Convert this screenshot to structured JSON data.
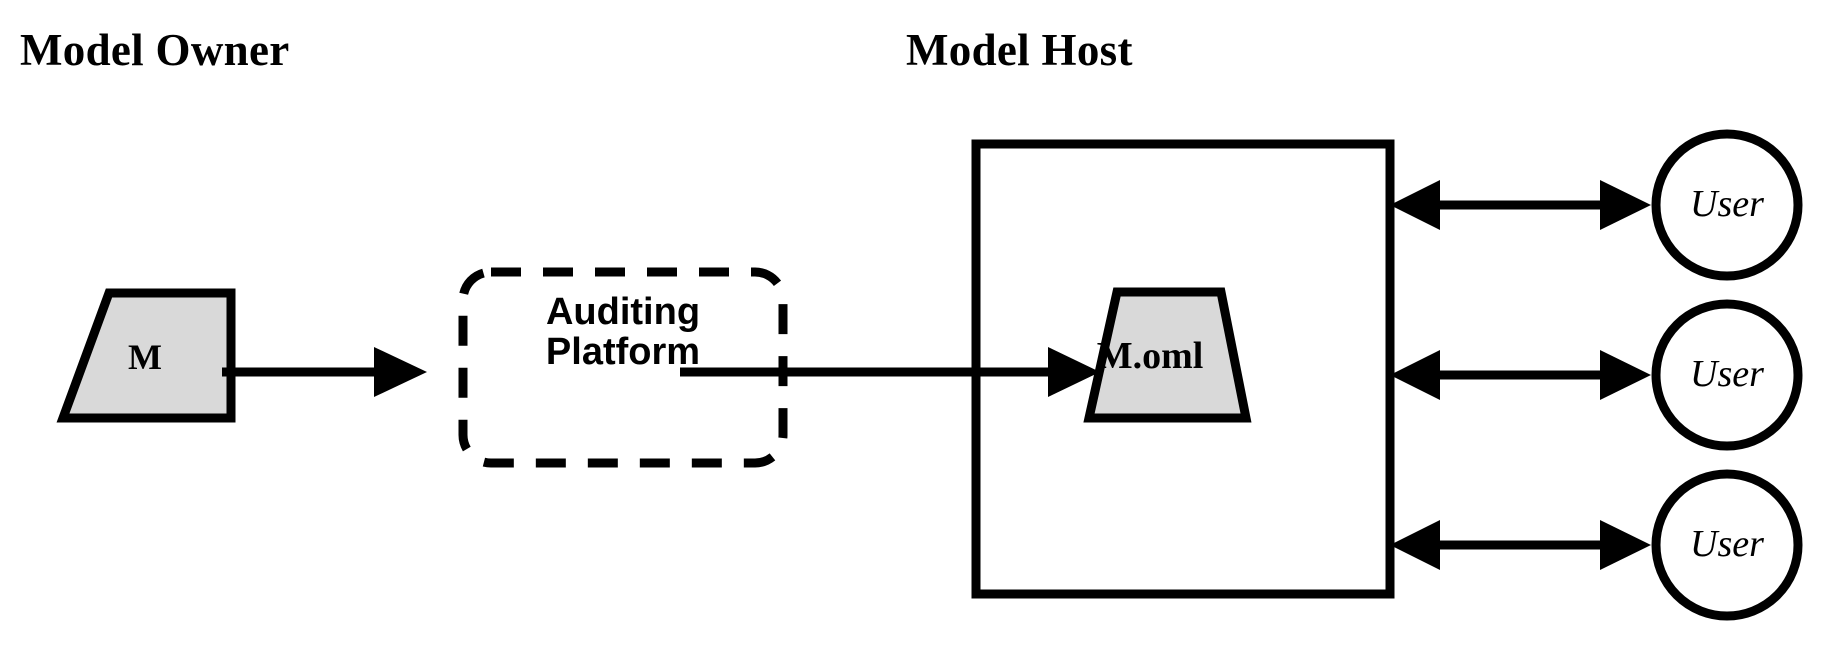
{
  "diagram": {
    "title_left": "Model Owner",
    "title_right": "Model Host",
    "colors": {
      "stroke": "#000000",
      "model_fill": "#d9d9d9",
      "host_fill": "#ffffff",
      "user_fill": "#ffffff",
      "background": "#ffffff"
    },
    "nodes": {
      "model_owner_model": {
        "label": "M",
        "shape": "trapezoid",
        "fill": "#d9d9d9"
      },
      "auditing_platform": {
        "label_line1": "Auditing",
        "label_line2": "Platform",
        "shape": "dashed-rounded-rectangle",
        "fill": "none"
      },
      "hosted_model": {
        "label": "M.oml",
        "shape": "trapezoid",
        "fill": "#d9d9d9"
      },
      "model_host_boundary": {
        "label": "",
        "shape": "rectangle",
        "fill": "#ffffff"
      }
    },
    "users": [
      {
        "label": "User"
      },
      {
        "label": "User"
      },
      {
        "label": "User"
      }
    ],
    "edges": [
      {
        "from": "M",
        "to": "Auditing Platform",
        "style": "solid",
        "arrow": "single"
      },
      {
        "from": "Auditing Platform",
        "to": "M.oml",
        "style": "solid",
        "arrow": "single"
      },
      {
        "from": "Model Host",
        "to": "User",
        "style": "solid",
        "arrow": "double"
      },
      {
        "from": "Model Host",
        "to": "User",
        "style": "solid",
        "arrow": "double"
      },
      {
        "from": "Model Host",
        "to": "User",
        "style": "solid",
        "arrow": "double"
      }
    ]
  }
}
